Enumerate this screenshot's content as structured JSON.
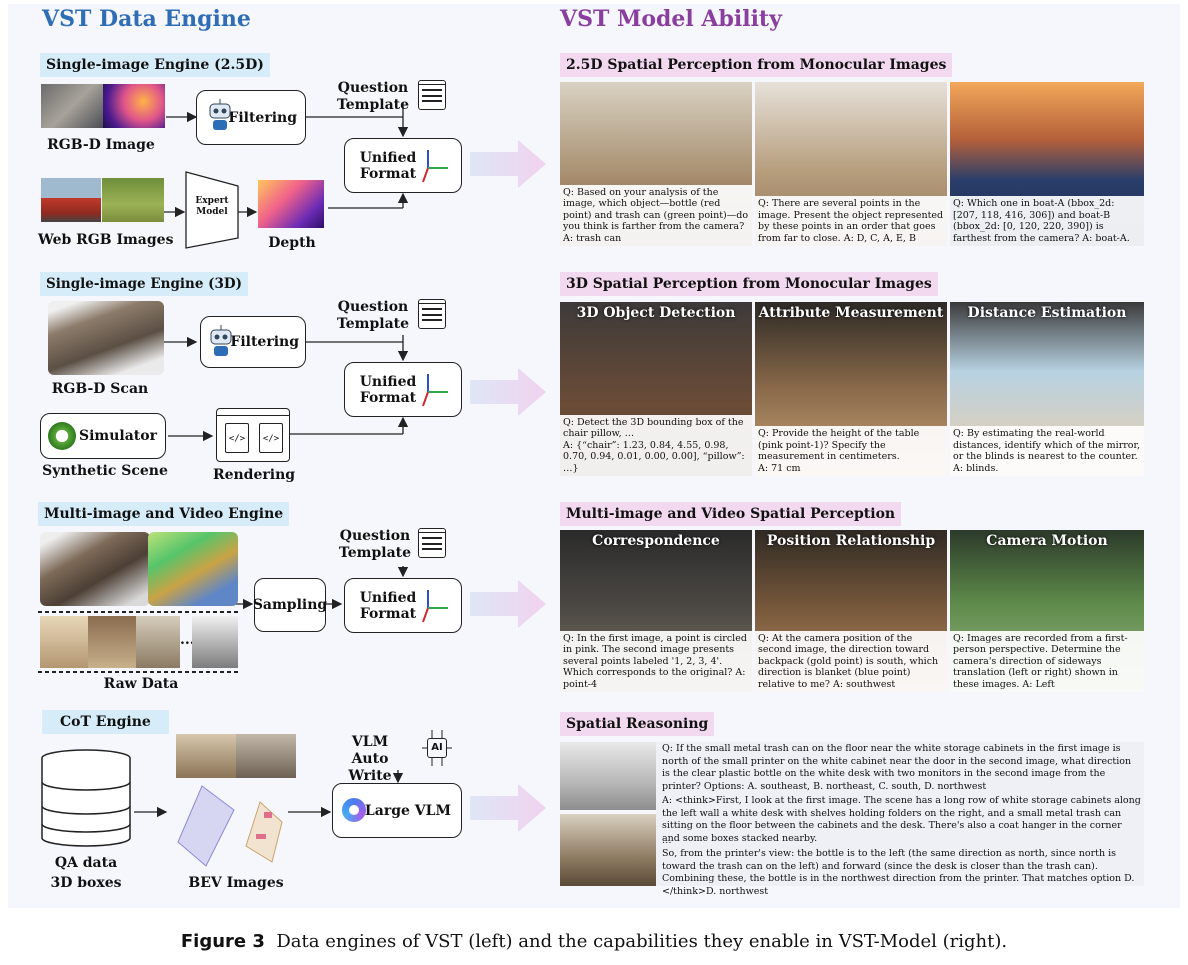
{
  "left_title": "VST Data Engine",
  "right_title": "VST Model Ability",
  "engines": {
    "single_25d": {
      "title": "Single-image Engine (2.5D)",
      "rgbd_image": "RGB-D Image",
      "web_rgb": "Web RGB Images",
      "expert_model": "Expert Model",
      "depth": "Depth",
      "filtering": "Filtering",
      "question_template": "Question Template",
      "unified_format": "Unified Format"
    },
    "single_3d": {
      "title": "Single-image Engine (3D)",
      "rgbd_scan": "RGB-D Scan",
      "filtering": "Filtering",
      "question_template": "Question Template",
      "unified_format": "Unified Format",
      "simulator": "Simulator",
      "synthetic_scene": "Synthetic Scene",
      "rendering": "Rendering"
    },
    "multi": {
      "title": "Multi-image and Video Engine",
      "sampling": "Sampling",
      "question_template": "Question Template",
      "unified_format": "Unified Format",
      "raw_data": "Raw Data",
      "dots": "..."
    },
    "cot": {
      "title": "CoT Engine",
      "vlm_auto_write": "VLM Auto Write",
      "large_vlm": "Large VLM",
      "qa_data": "QA data",
      "boxes_3d": "3D boxes",
      "bev_images": "BEV Images",
      "ai_chip": "AI"
    }
  },
  "abilities": {
    "perception_25d": {
      "title": "2.5D Spatial Perception from Monocular Images",
      "panels": [
        {
          "caption": "Q: Based on your analysis of the image, which object—bottle (red point) and trash can (green point)—do you think is farther from the camera?  A: trash can"
        },
        {
          "caption": "Q: There are several points in the image. Present the object represented by these points in an order that goes from far to close.  A: D, C, A, E, B"
        },
        {
          "caption": "Q: Which one in boat-A (bbox_2d: [207, 118, 416, 306]) and boat-B (bbox_2d: [0, 120, 220, 390]) is farthest from the camera? A: boat-A."
        }
      ]
    },
    "perception_3d": {
      "title": "3D Spatial Perception from Monocular Images",
      "panels": [
        {
          "head": "3D Object Detection",
          "caption": "Q: Detect the 3D bounding box of the chair pillow, …\nA: {“chair”: 1.23, 0.84, 4.55, 0.98, 0.70, 0.94, 0.01, 0.00, 0.00], “pillow”: …}"
        },
        {
          "head": "Attribute Measurement",
          "caption": "Q: Provide the height of the table (pink point-1)? Specify the measurement in centimeters.\nA: 71 cm"
        },
        {
          "head": "Distance Estimation",
          "caption": "Q: By estimating the real-world distances, identify which of the mirror, or the blinds is nearest to the counter.\nA: blinds."
        }
      ]
    },
    "multi_perception": {
      "title": "Multi-image and Video Spatial Perception",
      "panels": [
        {
          "head": "Correspondence",
          "caption": "Q: In the first image, a point is circled in pink. The second image presents several points labeled '1, 2, 3, 4'. Which corresponds to the original? A: point-4"
        },
        {
          "head": "Position Relationship",
          "caption": "Q: At the camera position of the second image, the direction toward backpack (gold point) is south, which direction is blanket (blue point) relative to me?  A: southwest"
        },
        {
          "head": "Camera Motion",
          "caption": "Q: Images are recorded from a first-person perspective. Determine the camera's direction of sideways translation (left or right) shown in these images. A: Left"
        }
      ]
    },
    "reasoning": {
      "title": "Spatial Reasoning",
      "question": "Q: If the small metal trash can on the floor near the white storage cabinets in the first image is north of the small printer on the white cabinet near the door in the second image, what direction is the clear plastic bottle on the white desk with two monitors in the second image from the printer? Options: A. southeast, B. northeast, C. south, D. northwest",
      "answer_start": "A: <think>First, I look at the first image. The scene has a long row of white storage cabinets along the left wall a white desk with shelves holding folders on the right, and a small metal trash can sitting on the floor between the cabinets and the desk. There's also a coat hanger in the corner and some boxes stacked nearby.",
      "ellipsis": "…",
      "answer_end": "So, from the printer's view: the bottle is to the left (the same direction as north, since north is toward the trash can on the left) and forward (since the desk is closer than the trash can). Combining these, the bottle is in the northwest direction from the printer. That matches option D.</think>D. northwest"
    }
  },
  "figure_caption": {
    "label": "Figure 3",
    "text": "Data engines of VST (left) and the capabilities they enable in VST-Model (right)."
  }
}
